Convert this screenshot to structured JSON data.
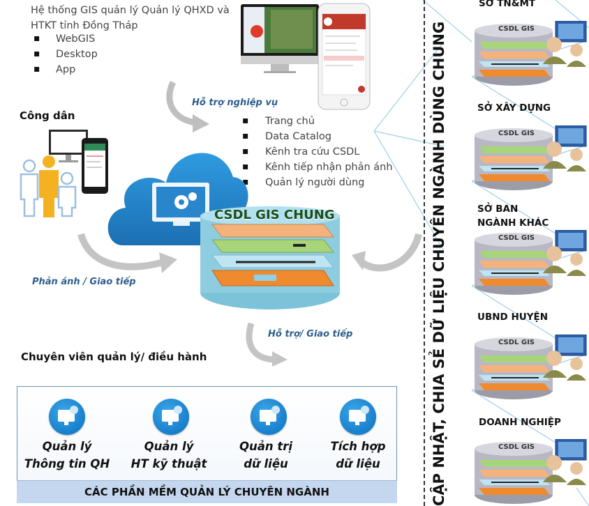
{
  "system": {
    "title": "Hệ thống GIS quản lý Quản lý QHXD và HTKT tỉnh Đồng Tháp",
    "platforms": [
      "WebGIS",
      "Desktop",
      "App"
    ]
  },
  "support_label_top": "Hỗ trợ nghiệp vụ",
  "citizen_label": "Công dân",
  "web_functions": [
    "Trang chủ",
    "Data Catalog",
    "Kênh tra cứu CSDL",
    "Kênh tiếp nhận phản ánh",
    "Quản lý người dùng"
  ],
  "central_db_label": "CSDL GIS CHUNG",
  "feedback_label": "Phản ánh / Giao tiếp",
  "support_label_bottom": "Hỗ trợ/ Giao tiếp",
  "specialist_label": "Chuyên viên quản lý/ điều hành",
  "apps": [
    {
      "line1": "Quản lý",
      "line2": "Thông tin QH",
      "icon": "monitor-gear-icon"
    },
    {
      "line1": "Quản lý",
      "line2": "HT kỹ thuật",
      "icon": "monitor-gear-icon"
    },
    {
      "line1": "Quản trị",
      "line2": "dữ liệu",
      "icon": "monitor-gear-icon"
    },
    {
      "line1": "Tích hợp",
      "line2": "dữ liệu",
      "icon": "monitor-gear-icon"
    }
  ],
  "apps_footer": "CÁC PHẦN MỀM QUẢN LÝ CHUYÊN NGÀNH",
  "vertical_title": "CẬP NHẬT, CHIA SẺ DỮ LIỆU CHUYÊN NGÀNH DÙNG CHUNG",
  "organizations": [
    {
      "line1": "SỞ TN&MT",
      "line2": ""
    },
    {
      "line1": "SỞ XÂY DỰNG",
      "line2": ""
    },
    {
      "line1": "SỞ BAN",
      "line2": "NGÀNH KHÁC"
    },
    {
      "line1": "UBND HUYỆN",
      "line2": ""
    },
    {
      "line1": "DOANH NGHIỆP",
      "line2": ""
    }
  ],
  "org_db_label": "CSDL GIS",
  "colors": {
    "cloud": "#2b8fd4",
    "db_body": "#8ecde0",
    "layer_green": "#a8d47a",
    "layer_peach": "#f5b27a",
    "layer_lightblue": "#bfe4f2",
    "layer_orange": "#ef8a2e",
    "network_line": "#9fd0e6"
  }
}
